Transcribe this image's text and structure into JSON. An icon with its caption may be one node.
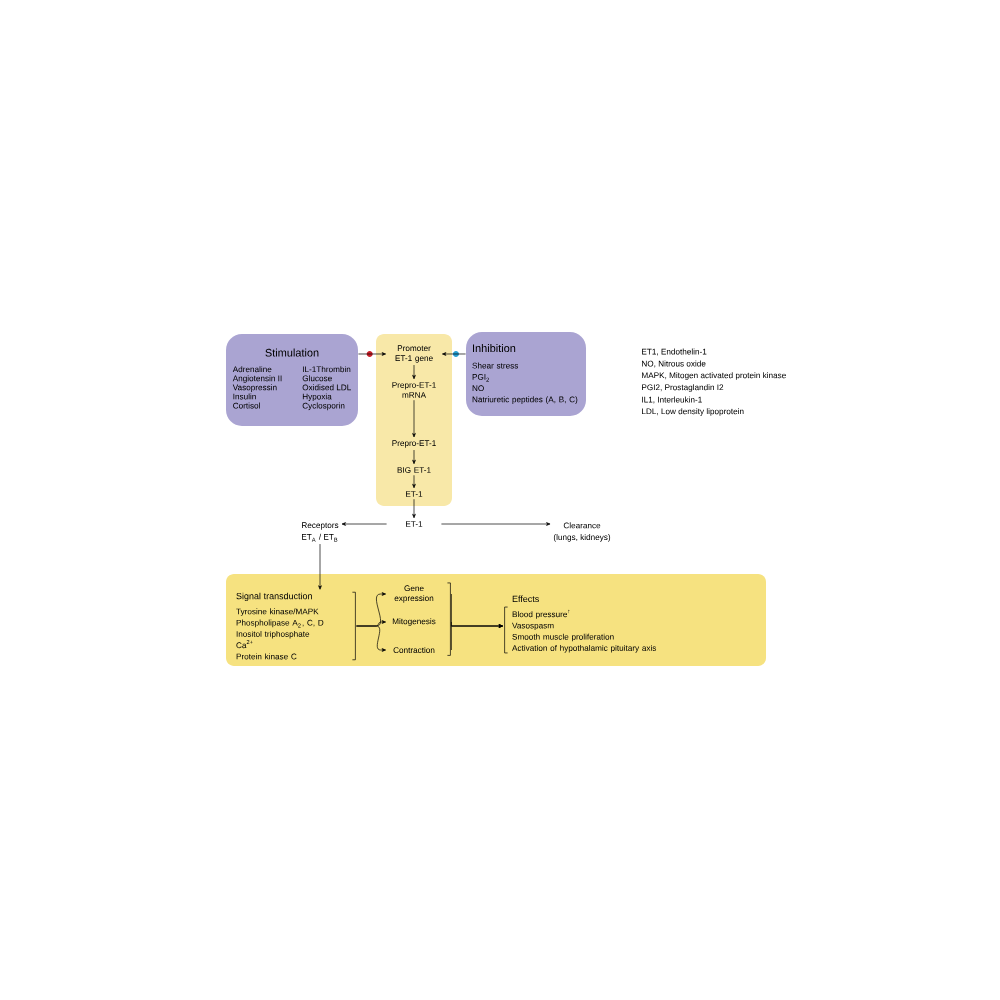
{
  "diagram": {
    "nodes": [
      {
        "text": [
          "Stimulation",
          "Adrenaline",
          "Angiotensin II",
          "Vasopressin",
          "Insulin",
          "Cortisol",
          "IL-1Thrombin",
          "Glucose",
          "Oxidised LDL",
          "Hypoxia",
          "Cyclosporin"
        ]
      },
      {
        "text": [],
        "shape": "box"
      },
      {
        "text": [
          "Promoter ET-1 gene"
        ],
        "in": 1
      },
      {
        "text": [
          "Prepro-ET-1 mRNA"
        ],
        "in": 1
      },
      {
        "text": [
          "Prepro-ET-1"
        ],
        "in": 1
      },
      {
        "text": [
          "BIG ET-1"
        ],
        "in": 1
      },
      {
        "text": [
          "ET-1"
        ],
        "in": 1
      },
      {
        "text": [
          "Inhibition",
          "Shear stress",
          "PGI$_{2}$",
          "NO",
          "Natriuretic peptides (A, B, C)"
        ]
      },
      {
        "text": [
          "ET-1"
        ]
      },
      {
        "text": [
          "Receptors",
          "ET$_{A}$ / ET$_{B}$"
        ]
      },
      {
        "text": [
          "Clearance",
          "(lungs, kidneys)"
        ]
      },
      {
        "text": [],
        "shape": "box"
      },
      {
        "text": [
          "Signal transduction",
          "Tyrosine kinase/MAPK",
          "Phospholipase  A$_{2}$, C, D",
          "Inositol triphosphate",
          "Ca$^{2+}$",
          "Protein kinase  C"
        ],
        "in": 11
      },
      {
        "text": [
          "Gene expression"
        ],
        "in": 11
      },
      {
        "text": [
          "Mitogenesis"
        ],
        "in": 11
      },
      {
        "text": [
          "Contraction"
        ],
        "in": 11
      },
      {
        "text": [
          "Effects",
          "Blood pressure$^{↑}$",
          "Vasospasm",
          "Smooth muscle proliferation",
          "Activation of hypothalamic pituitary axis"
        ],
        "in": 11
      }
    ],
    "edges": [
      {
        "from": 0,
        "to": 2,
        "arrow": "to"
      },
      {
        "from": 7,
        "to": 2,
        "arrow": "to"
      },
      {
        "from": 2,
        "to": 3,
        "arrow": "to"
      },
      {
        "from": 3,
        "to": 4,
        "arrow": "to"
      },
      {
        "from": 4,
        "to": 5,
        "arrow": "to"
      },
      {
        "from": 5,
        "to": 6,
        "arrow": "to"
      },
      {
        "from": 6,
        "to": 8,
        "arrow": "to"
      },
      {
        "from": 8,
        "to": 9,
        "arrow": "to"
      },
      {
        "from": 8,
        "to": 10,
        "arrow": "to"
      },
      {
        "from": 9,
        "to": 12,
        "arrow": "to"
      },
      {
        "from": 12,
        "to": 13,
        "arrow": "to"
      },
      {
        "from": 12,
        "to": 14,
        "arrow": "to"
      },
      {
        "from": 12,
        "to": 15,
        "arrow": "to"
      },
      {
        "from": 13,
        "to": 16,
        "arrow": "to"
      },
      {
        "from": 14,
        "to": 16,
        "arrow": "to"
      },
      {
        "from": 15,
        "to": 16,
        "arrow": "to"
      }
    ],
    "labels": [
      "ET1, Endothelin-1",
      "NO, Nitrous oxide",
      "MAPK, Mitogen activated protein kinase",
      "PGI2, Prostaglandin I2",
      "IL1, Interleukin-1",
      "LDL, Low density lipoprotein"
    ]
  }
}
